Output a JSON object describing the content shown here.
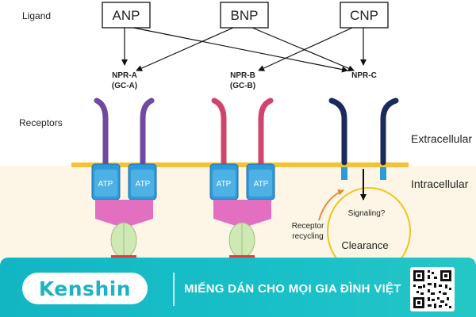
{
  "labels": {
    "ligand": "Ligand",
    "receptors": "Receptors",
    "extracellular": "Extracellular",
    "intracellular": "Intracellular"
  },
  "ligands": [
    "ANP",
    "BNP",
    "CNP"
  ],
  "receptors": [
    {
      "name": "NPR-A",
      "sub": "(GC-A)"
    },
    {
      "name": "NPR-B",
      "sub": "(GC-B)"
    },
    {
      "name": "NPR-C",
      "sub": ""
    }
  ],
  "domain_label": "ATP",
  "npr_c_labels": {
    "signaling": "Signaling?",
    "clearance": "Clearance",
    "receptor_recycling_1": "Receptor",
    "receptor_recycling_2": "recycling"
  },
  "banner": {
    "brand": "Kenshin",
    "slogan": "MIẾNG DÁN CHO MỌI GIA ĐÌNH VIỆT"
  },
  "colors": {
    "npr_a": "#6f4a9e",
    "npr_b": "#d0456e",
    "npr_c": "#1b2a5c",
    "membrane": "#f2c23a",
    "atp_box": "#2f9ad8",
    "kinase": "#e36fc0",
    "catalytic": "#cfe9b4",
    "footer": "#19bcc6"
  }
}
